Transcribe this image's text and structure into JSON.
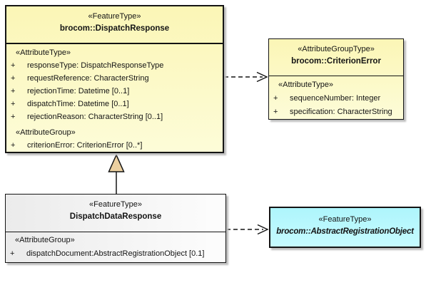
{
  "colors": {
    "yellow_fill": "#fbf6b6",
    "gray_fill": "#ebebeb",
    "cyan_fill": "#aef5fc",
    "border": "#141414",
    "shadow": "#bdbdbd",
    "generalization_triangle_fill": "#ecd0a0"
  },
  "classes": {
    "dispatchResponse": {
      "stereotype": "«FeatureType»",
      "name": "brocom::DispatchResponse",
      "sections": [
        {
          "label": "«AttributeType»",
          "rows": [
            {
              "vis": "+",
              "text": "responseType: DispatchResponseType"
            },
            {
              "vis": "+",
              "text": "requestReference: CharacterString"
            },
            {
              "vis": "+",
              "text": "rejectionTime: Datetime [0..1]"
            },
            {
              "vis": "+",
              "text": "dispatchTime: Datetime [0..1]"
            },
            {
              "vis": "+",
              "text": "rejectionReason: CharacterString [0..1]"
            }
          ]
        },
        {
          "label": "«AttributeGroup»",
          "rows": [
            {
              "vis": "+",
              "text": "criterionError: CriterionError [0..*]"
            }
          ]
        }
      ]
    },
    "criterionError": {
      "stereotype": "«AttributeGroupType»",
      "name": "brocom::CriterionError",
      "sections": [
        {
          "label": "«AttributeType»",
          "rows": [
            {
              "vis": "+",
              "text": "sequenceNumber: Integer"
            },
            {
              "vis": "+",
              "text": "specification: CharacterString"
            }
          ]
        }
      ]
    },
    "dispatchDataResponse": {
      "stereotype": "«FeatureType»",
      "name": "DispatchDataResponse",
      "sections": [
        {
          "label": "«AttributeGroup»",
          "rows": [
            {
              "vis": "+",
              "text": "dispatchDocument:AbstractRegistrationObject [0.1]"
            }
          ]
        }
      ]
    },
    "abstractRegistrationObject": {
      "stereotype": "«FeatureType»",
      "name": "brocom::AbstractRegistrationObject"
    }
  },
  "connectors": {
    "generalization": {
      "type": "generalization",
      "from": "DispatchDataResponse",
      "to": "brocom::DispatchResponse"
    },
    "dependency_criterion_error": {
      "type": "dashed-dependency",
      "from": "brocom::DispatchResponse",
      "to": "brocom::CriterionError"
    },
    "dependency_abstract_registration": {
      "type": "dashed-dependency",
      "from": "DispatchDataResponse",
      "to": "brocom::AbstractRegistrationObject"
    }
  }
}
